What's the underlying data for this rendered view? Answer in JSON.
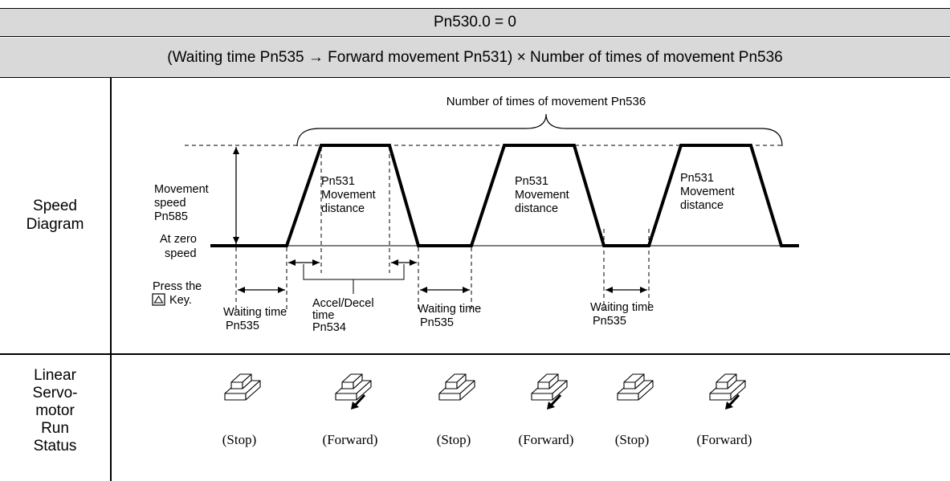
{
  "header": {
    "setting": "Pn530.0 = 0",
    "sequence": "(Waiting time Pn535 → Forward movement Pn531) × Number of times of movement Pn536"
  },
  "rows": {
    "speed_diagram_label": [
      "Speed",
      "Diagram"
    ],
    "run_status_label": [
      "Linear",
      "Servo-",
      "motor",
      "Run",
      "Status"
    ]
  },
  "diagram": {
    "brace_label": "Number of times of movement Pn536",
    "movement_speed": [
      "Movement",
      "speed",
      "Pn585"
    ],
    "zero_speed": [
      "At zero",
      "speed"
    ],
    "press_key": [
      "Press the",
      "Key."
    ],
    "movement_distance": [
      "Pn531",
      "Movement",
      "distance"
    ],
    "waiting_time": [
      "Waiting time",
      "Pn535"
    ],
    "accel_decel": [
      "Accel/Decel",
      "time",
      "Pn534"
    ],
    "key_icon": "up-arrow-key-icon"
  },
  "run_status": [
    {
      "label": "(Stop)",
      "arrow": false
    },
    {
      "label": "(Forward)",
      "arrow": true
    },
    {
      "label": "(Stop)",
      "arrow": false
    },
    {
      "label": "(Forward)",
      "arrow": true
    },
    {
      "label": "(Stop)",
      "arrow": false
    },
    {
      "label": "(Forward)",
      "arrow": true
    }
  ]
}
